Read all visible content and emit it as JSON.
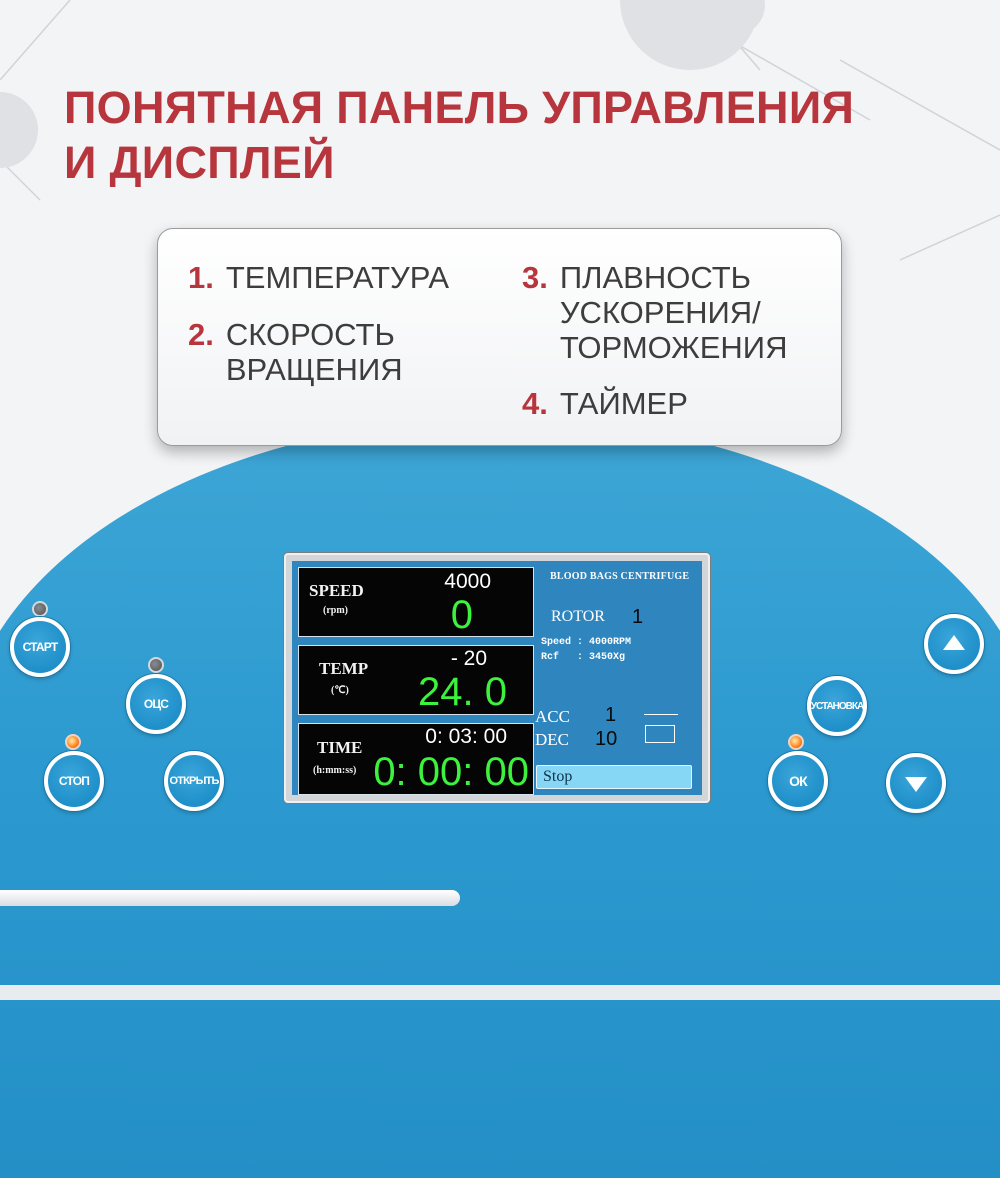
{
  "headline": {
    "line1": "ПОНЯТНАЯ ПАНЕЛЬ УПРАВЛЕНИЯ",
    "line2": "И ДИСПЛЕЙ"
  },
  "legend": {
    "items": [
      {
        "number": "1.",
        "lines": [
          "ТЕМПЕРАТУРА"
        ]
      },
      {
        "number": "2.",
        "lines": [
          "СКОРОСТЬ",
          "ВРАЩЕНИЯ"
        ]
      },
      {
        "number": "3.",
        "lines": [
          "ПЛАВНОСТЬ",
          "УСКОРЕНИЯ/",
          "ТОРМОЖЕНИЯ"
        ]
      },
      {
        "number": "4.",
        "lines": [
          "ТАЙМЕР"
        ]
      }
    ]
  },
  "display": {
    "speed": {
      "label": "SPEED",
      "unit": "(rpm)",
      "setpoint": "4000",
      "value": "0"
    },
    "temp": {
      "label": "TEMP",
      "unit": "(℃)",
      "setpoint": "- 20",
      "value": "24. 0"
    },
    "time": {
      "label": "TIME",
      "unit": "(h:mm:ss)",
      "setpoint": "0: 03: 00",
      "value": "0: 00: 00"
    },
    "info": {
      "title": "BLOOD BAGS CENTRIFUGE",
      "rotor_label": "ROTOR",
      "rotor_value": "1",
      "speed_line": "Speed : 4000RPM",
      "rcf_line": "Rcf   : 3450Xg",
      "acc_label": "ACC",
      "acc_value": "1",
      "dec_label": "DEC",
      "dec_value": "10",
      "status": "Stop"
    }
  },
  "buttons": {
    "start": "СТАРТ",
    "ocs": "ОЦС",
    "stop": "СТОП",
    "open": "ОТКРЫТЬ",
    "setup": "УСТАНОВКА",
    "ok": "ОК"
  },
  "icons": {
    "up": "triangle-up-icon",
    "down": "triangle-down-icon"
  },
  "colors": {
    "accent": "#b7363d",
    "panel_blue": "#2c9ad0",
    "lcd_green": "#3cf23c",
    "screen_blue": "#2f86bf"
  }
}
